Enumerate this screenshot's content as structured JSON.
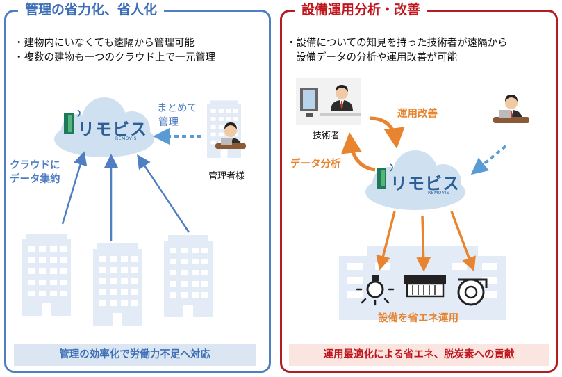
{
  "left_panel": {
    "title": "管理の省力化、省人化",
    "bullets": [
      "建物内にいなくても遠隔から管理可能",
      "複数の建物も一つのクラウド上で一元管理"
    ],
    "summarize_label_line1": "まとめて",
    "summarize_label_line2": "管理",
    "manager_label": "管理者様",
    "aggregate_label_line1": "クラウドに",
    "aggregate_label_line2": "データ集約",
    "footer": "管理の効率化で労働力不足へ対応"
  },
  "right_panel": {
    "title": "設備運用分析・改善",
    "bullet_line1": "設備についての知見を持った技術者が遠隔から",
    "bullet_line2": "設備データの分析や運用改善が可能",
    "engineer_label": "技術者",
    "improve_label": "運用改善",
    "analysis_label": "データ分析",
    "energy_label": "設備を省エネ運用",
    "footer": "運用最適化による省エネ、脱炭素への貢献"
  },
  "logo": {
    "name": "リモビス",
    "sub": "REMOVIS"
  },
  "colors": {
    "left_accent": "#4f7ec2",
    "right_accent": "#b31c24",
    "orange_arrow": "#e8842f",
    "cloud": "#cfe0f1",
    "building": "#e3ecf6"
  },
  "icons": [
    "cloud-icon",
    "building-icon",
    "manager-icon",
    "engineer-icon",
    "light-icon",
    "air-conditioner-icon",
    "fan-icon"
  ]
}
